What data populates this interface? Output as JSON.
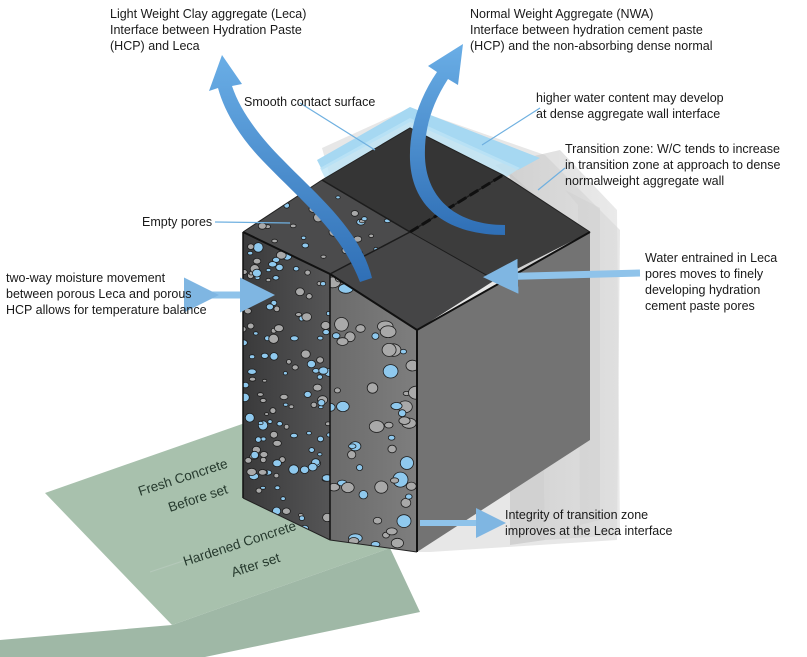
{
  "labels": {
    "leca_interface": [
      "Light Weight Clay aggregate (Leca)",
      "Interface between Hydration Paste",
      "(HCP) and Leca"
    ],
    "nwa_interface": [
      "Normal Weight Aggregate (NWA)",
      "Interface between hydration cement paste",
      "(HCP) and the non-absorbing dense normal"
    ],
    "smooth_contact": [
      "Smooth contact surface"
    ],
    "higher_water": [
      "higher water content may develop",
      "at dense aggregate wall interface"
    ],
    "transition_zone": [
      "Transition zone: W/C tends to increase",
      "in transition zone at approach to dense",
      "normalweight aggregate wall"
    ],
    "empty_pores": [
      "Empty pores"
    ],
    "water_entrained": [
      "Water entrained in Leca",
      "pores  moves to finely",
      "developing hydration",
      "cement paste pores"
    ],
    "two_way": [
      "two-way moisture movement",
      "between porous Leca and porous",
      "HCP allows for temperature balance"
    ],
    "integrity": [
      "Integrity of transition zone",
      "improves at the Leca interface"
    ]
  },
  "slab": {
    "fresh": [
      "Fresh Concrete",
      "Before set"
    ],
    "hardened": [
      "Hardened Concrete",
      "After set"
    ]
  },
  "colors": {
    "arrow_blue": "#4a90d0",
    "water_blue": "#9fd3ef",
    "slab_green": "#a7bfac",
    "concrete_dark": "#3b3b3c",
    "pore_blue": "#8fc9ee"
  }
}
